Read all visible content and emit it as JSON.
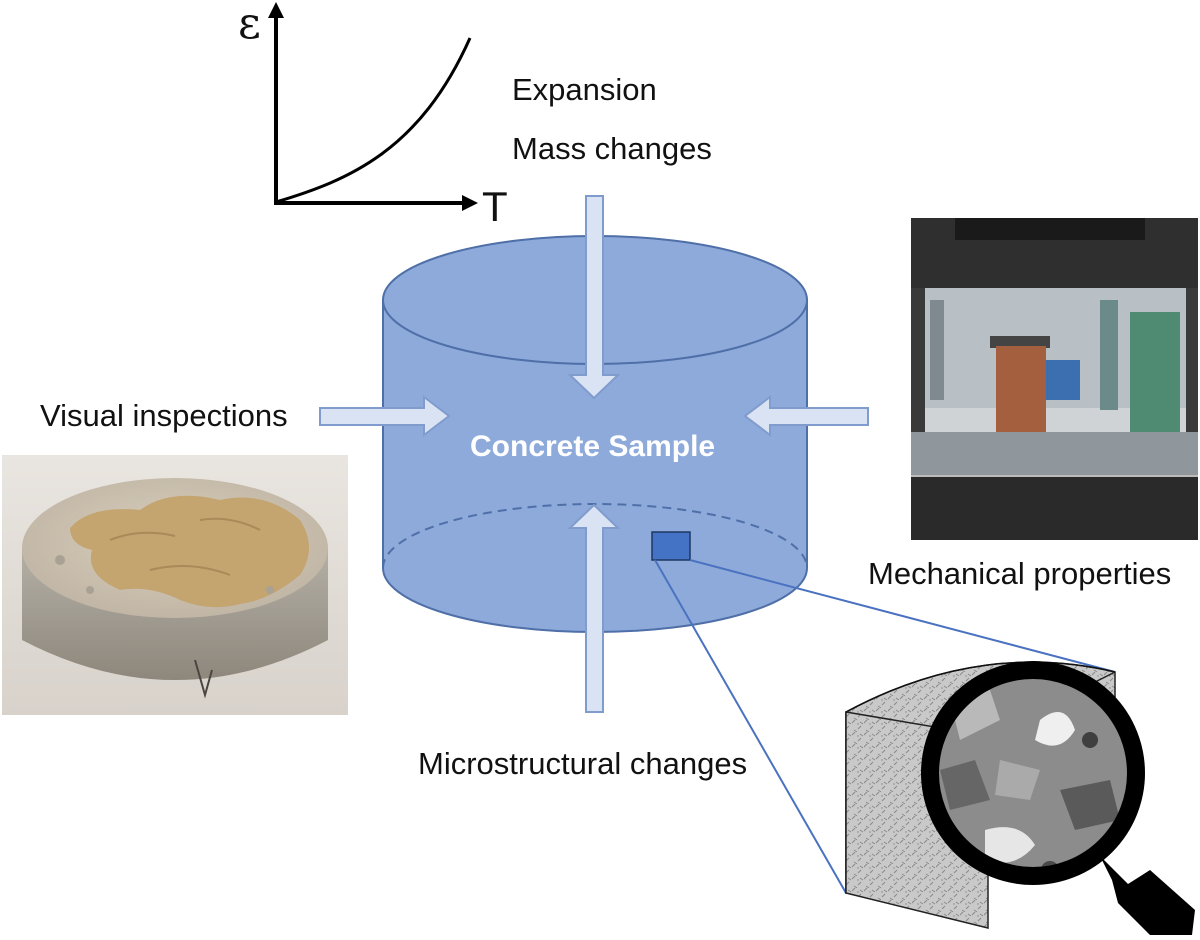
{
  "graph": {
    "y_axis_symbol": "ε",
    "x_axis_symbol": "T"
  },
  "labels": {
    "expansion": "Expansion",
    "mass_changes": "Mass changes",
    "visual_inspections": "Visual inspections",
    "mechanical_properties": "Mechanical properties",
    "microstructural_changes": "Microstructural changes",
    "concrete_sample": "Concrete Sample"
  },
  "colors": {
    "cylinder_fill": "#8eaadb",
    "cylinder_stroke": "#4f6fa8",
    "arrow_fill": "#dae3f3",
    "arrow_stroke": "#7f9ccd",
    "zoom_box": "#4472c4",
    "zoom_line": "#4a72c0"
  },
  "icons": {
    "magnifier": "magnifying-glass-icon"
  }
}
